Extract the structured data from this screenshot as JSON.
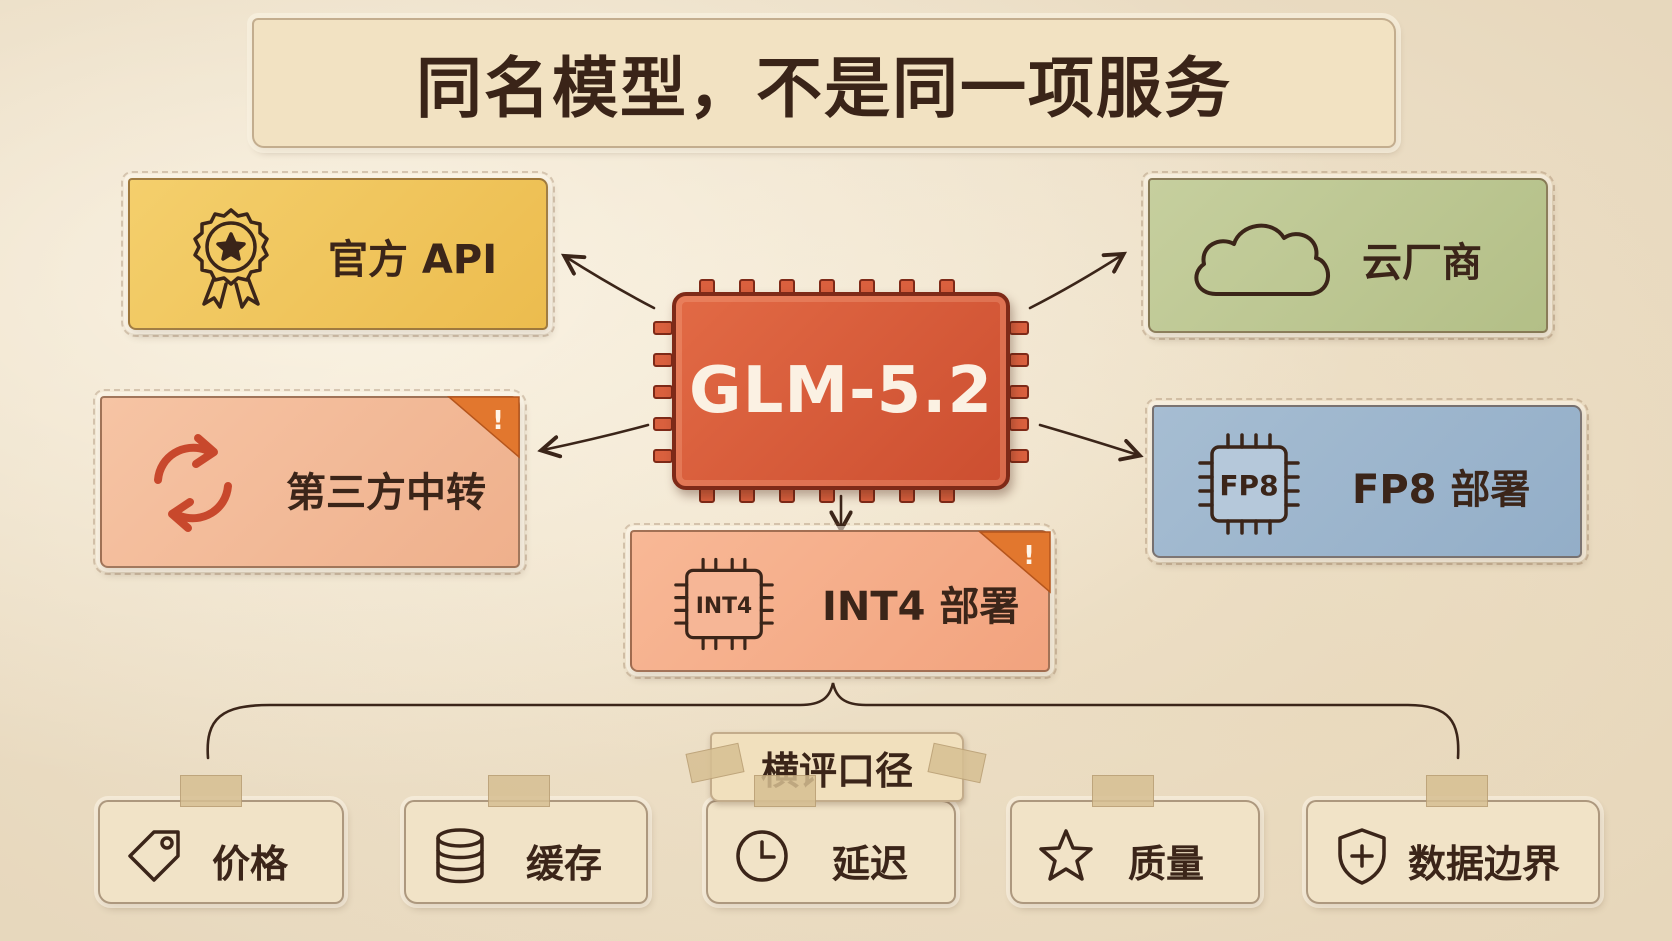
{
  "title": "同名模型，不是同一项服务",
  "center": {
    "label": "GLM-5.2"
  },
  "providers": {
    "official": {
      "label": "官方 API",
      "icon": "award-ribbon-icon",
      "color": "#f0c55a"
    },
    "cloud": {
      "label": "云厂商",
      "icon": "cloud-icon",
      "color": "#bcc790"
    },
    "relay": {
      "label": "第三方中转",
      "icon": "refresh-cycle-icon",
      "color": "#f2ba98",
      "warning": "!"
    },
    "fp8": {
      "label": "FP8 部署",
      "icon": "chip-icon",
      "chip_text": "FP8",
      "color": "#9db6cd"
    },
    "int4": {
      "label": "INT4 部署",
      "icon": "chip-icon",
      "chip_text": "INT4",
      "color": "#f4ad88",
      "warning": "!"
    }
  },
  "comparison": {
    "label": "横评口径",
    "criteria": [
      {
        "label": "价格",
        "icon": "price-tag-icon"
      },
      {
        "label": "缓存",
        "icon": "database-icon"
      },
      {
        "label": "延迟",
        "icon": "clock-icon"
      },
      {
        "label": "质量",
        "icon": "star-icon"
      },
      {
        "label": "数据边界",
        "icon": "shield-plus-icon"
      }
    ]
  },
  "colors": {
    "accent": "#d85a3a",
    "ink": "#3b2519",
    "warning": "#e2772e"
  }
}
